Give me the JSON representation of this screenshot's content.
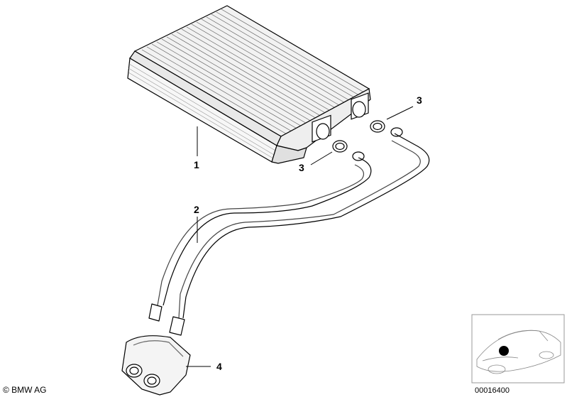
{
  "callouts": {
    "heater_core": "1",
    "hose_pipes": "2",
    "seal_upper": "3",
    "seal_lower": "3",
    "grommet": "4"
  },
  "footer": {
    "copyright": "© BMW AG",
    "reference_number": "00016400"
  },
  "thumbnail": {
    "marker_color": "#000000"
  }
}
